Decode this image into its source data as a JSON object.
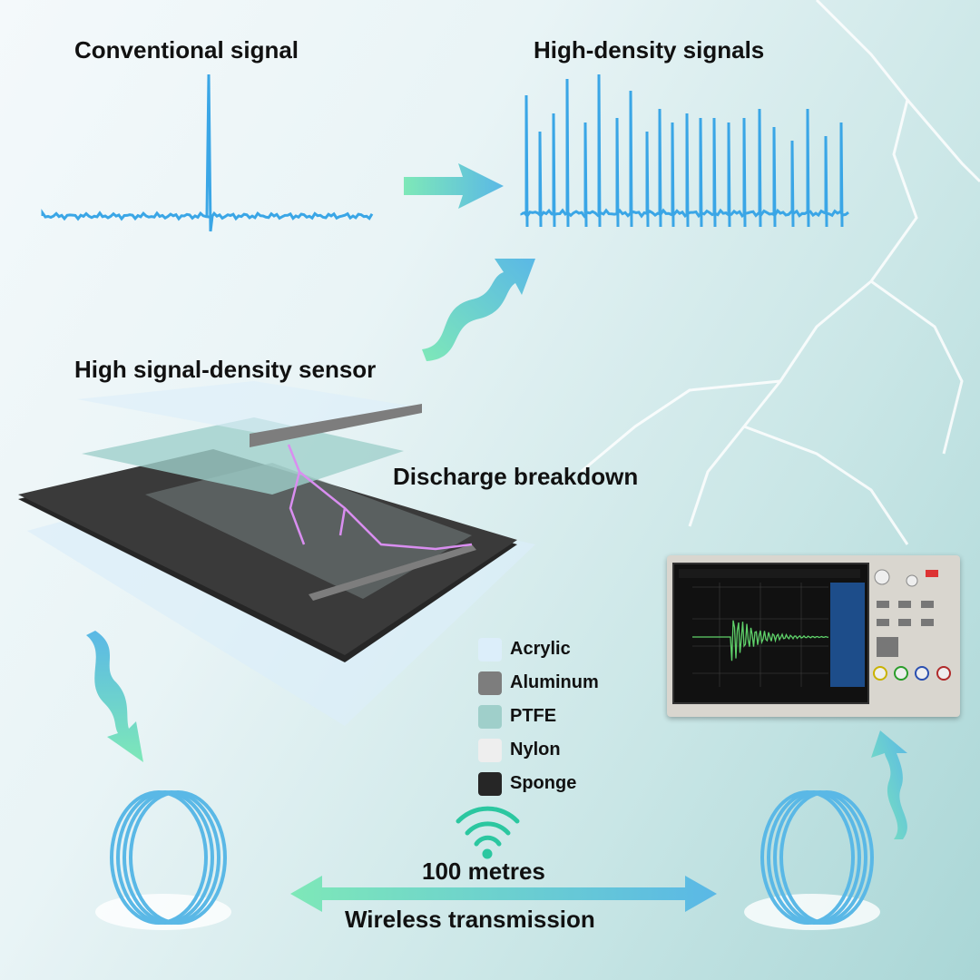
{
  "titles": {
    "conventional": "Conventional  signal",
    "high_density": "High-density signals",
    "sensor": "High signal-density sensor",
    "discharge": "Discharge breakdown",
    "distance": "100 metres",
    "wireless": "Wireless transmission"
  },
  "legend": [
    {
      "label": "Acrylic",
      "color": "#dceefa"
    },
    {
      "label": "Aluminum",
      "color": "#7d7d7d"
    },
    {
      "label": "PTFE",
      "color": "#9fcfca"
    },
    {
      "label": "Nylon",
      "color": "#eeeeee"
    },
    {
      "label": "Sponge",
      "color": "#262626"
    }
  ],
  "colors": {
    "signal": "#3aa6e6",
    "arrow_start": "#6fe3b4",
    "arrow_end": "#5bb8e8",
    "discharge": "#d98ef0"
  }
}
